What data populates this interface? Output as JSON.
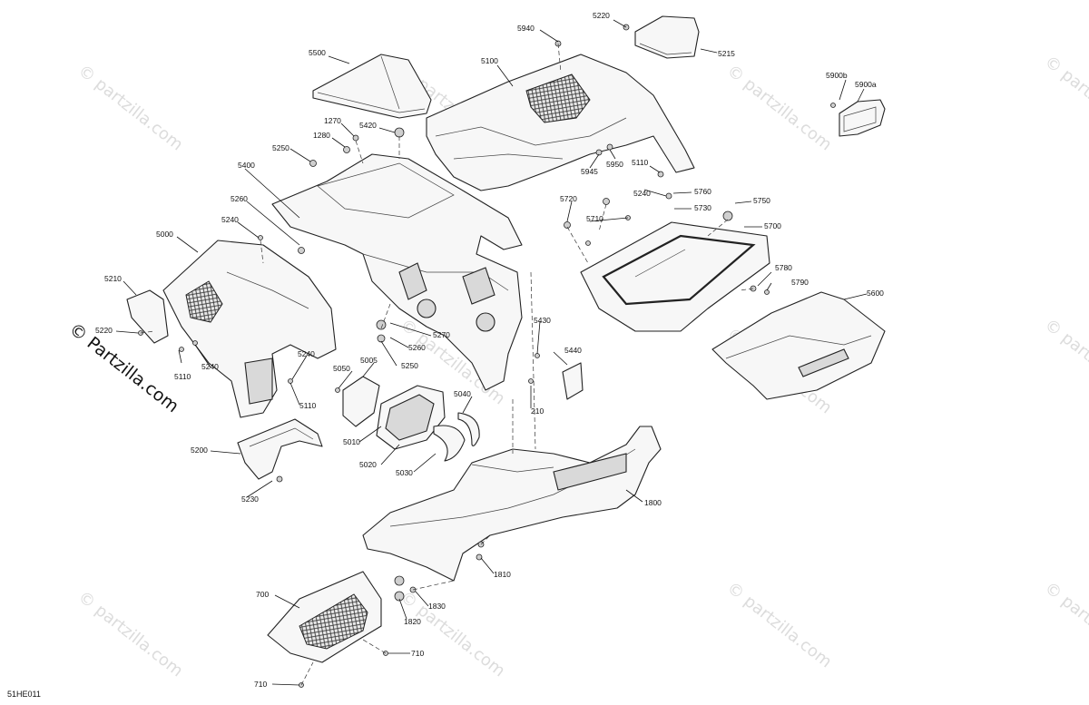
{
  "diagram_id": "51HE011",
  "copyright_text": "© Partzilla.com",
  "watermark_text": "© partzilla.com",
  "labels": {
    "l5220a": "5220",
    "l5940": "5940",
    "l5215": "5215",
    "l5500": "5500",
    "l5100": "5100",
    "l5900b": "5900b",
    "l5900a": "5900a",
    "l1270": "1270",
    "l1280": "1280",
    "l5420": "5420",
    "l5250a": "5250",
    "l5945": "5945",
    "l5950": "5950",
    "l5110a": "5110",
    "l5400": "5400",
    "l5240a": "5240",
    "l5760": "5760",
    "l5720": "5720",
    "l5730": "5730",
    "l5750": "5750",
    "l5260a": "5260",
    "l5710": "5710",
    "l5700": "5700",
    "l5240b": "5240",
    "l5000": "5000",
    "l5780": "5780",
    "l5790": "5790",
    "l5210": "5210",
    "l5600": "5600",
    "l5220b": "5220",
    "l5270": "5270",
    "l5430": "5430",
    "l5260b": "5260",
    "l5240c": "5240",
    "l5110b": "5110",
    "l5250b": "5250",
    "l5440": "5440",
    "l5240d": "5240",
    "l5050": "5050",
    "l5005": "5005",
    "l5110c": "5110",
    "l5040": "5040",
    "l210": "210",
    "l5010": "5010",
    "l5200": "5200",
    "l5020": "5020",
    "l5030": "5030",
    "l1800": "1800",
    "l5230": "5230",
    "l1810": "1810",
    "l700": "700",
    "l1830": "1830",
    "l1820": "1820",
    "l710a": "710",
    "l710b": "710"
  }
}
